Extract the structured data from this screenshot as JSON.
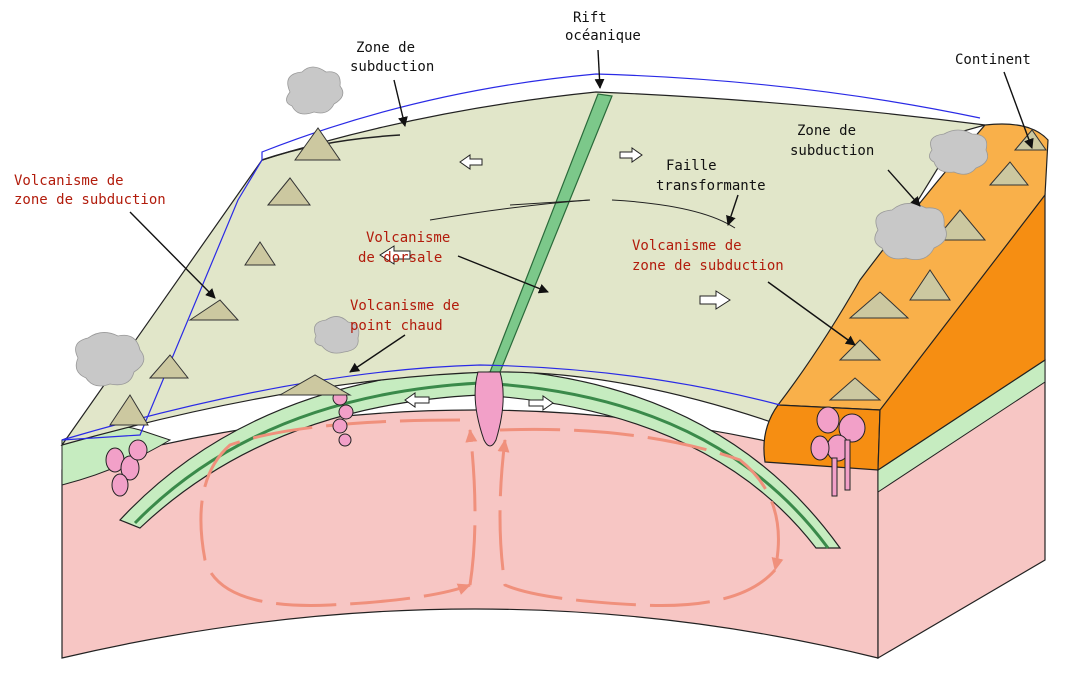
{
  "colors": {
    "mantle": "#f7c6c4",
    "convection": "#f0907c",
    "lithosphere": "#c6ecc0",
    "ocean_floor": "#e1e6c9",
    "continent": "#f9b04a",
    "continent_edge": "#f68e12",
    "magma": "#f2a0c8",
    "volcano": "#ccc8a0",
    "smoke": "#c8c8c8",
    "sea_level": "#2a2ae6",
    "label_black": "#111111",
    "label_red": "#b21c0c"
  },
  "labels": {
    "rift": [
      "Rift",
      "océanique"
    ],
    "subduction_top": [
      "Zone de",
      "subduction"
    ],
    "continent": [
      "Continent"
    ],
    "subduction_right": [
      "Zone de",
      "subduction"
    ],
    "transform_fault": [
      "Faille",
      "transformante"
    ],
    "volc_subduction_left": [
      "Volcanisme de",
      "zone de subduction"
    ],
    "volc_ridge": [
      "Volcanisme",
      "de dorsale"
    ],
    "volc_subduction_center": [
      "Volcanisme de",
      "zone de subduction"
    ],
    "volc_hotspot": [
      "Volcanisme de",
      "point chaud"
    ]
  },
  "icons": {
    "volcano": "volcano-icon",
    "smoke": "smoke-plume-icon",
    "plate_motion": "plate-motion-arrow-icon",
    "convection": "convection-arrow-icon",
    "magma": "magma-plume-icon"
  }
}
